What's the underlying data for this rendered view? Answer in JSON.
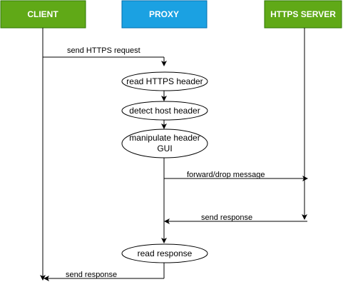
{
  "colors": {
    "client": "#60a917",
    "client_border": "#2d7600",
    "proxy": "#1ba1e2",
    "proxy_border": "#006eaf",
    "server": "#60a917",
    "server_border": "#2d7600"
  },
  "participants": {
    "client": "CLIENT",
    "proxy": "PROXY",
    "server": "HTTPS SERVER"
  },
  "steps": {
    "read_header": "read HTTPS header",
    "detect_host": "detect host header",
    "manipulate_1": "manipulate header",
    "manipulate_2": "GUI",
    "read_response": "read response"
  },
  "messages": {
    "send_request": "send HTTPS request",
    "forward_drop": "forward/drop message",
    "send_response_server": "send response",
    "send_response_client": "send response"
  }
}
